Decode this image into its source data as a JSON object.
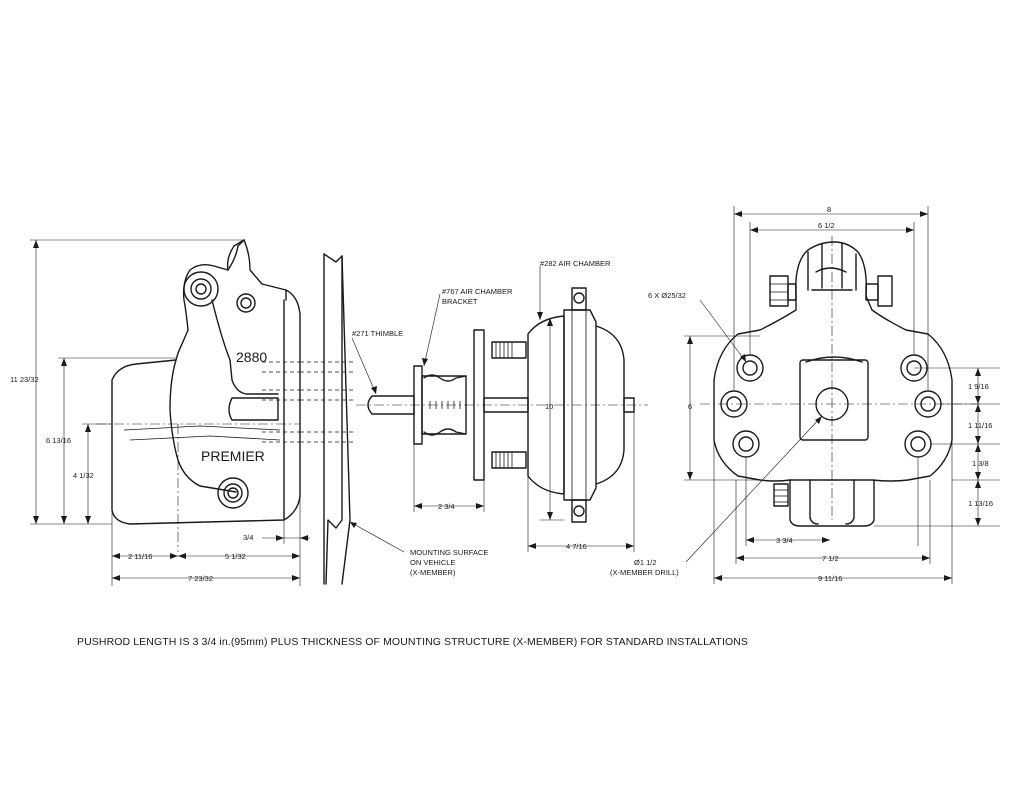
{
  "side_view": {
    "stamp_model": "2880",
    "stamp_brand": "PREMIER",
    "dims": {
      "overall_height": "11 23/32",
      "height_mid": "6 13/16",
      "height_low": "4 1/32",
      "flange": "3/4",
      "offset_left": "2 11/16",
      "offset_right": "5 1/32",
      "overall_width": "7 23/32"
    }
  },
  "mounting": {
    "label_line1": "MOUNTING SURFACE",
    "label_line2": "ON VEHICLE",
    "label_line3": "(X-MEMBER)"
  },
  "air_chamber": {
    "thimble_label": "#271 THIMBLE",
    "bracket_label_line1": "#767 AIR CHAMBER",
    "bracket_label_line2": "BRACKET",
    "chamber_label": "#282 AIR CHAMBER",
    "diameter": "10",
    "bracket_depth": "2 3/4",
    "chamber_depth": "4 7/16"
  },
  "front_view": {
    "dims": {
      "overall_width_top": "8",
      "hole_span_top": "6 1/2",
      "hole_callout": "6 X Ø25/32",
      "height": "6",
      "v1": "1 9/16",
      "v2": "1 11/16",
      "v3": "1 3/8",
      "v4": "1 13/16",
      "hole_span_bottom": "3 3/4",
      "width_bottom": "7 1/2",
      "overall_width_bottom": "9 11/16",
      "drill_line1": "Ø1 1/2",
      "drill_line2": "(X-MEMBER DRILL)"
    }
  },
  "note": "PUSHROD LENGTH IS 3 3/4 in.(95mm) PLUS THICKNESS OF MOUNTING STRUCTURE (X-MEMBER) FOR STANDARD INSTALLATIONS"
}
